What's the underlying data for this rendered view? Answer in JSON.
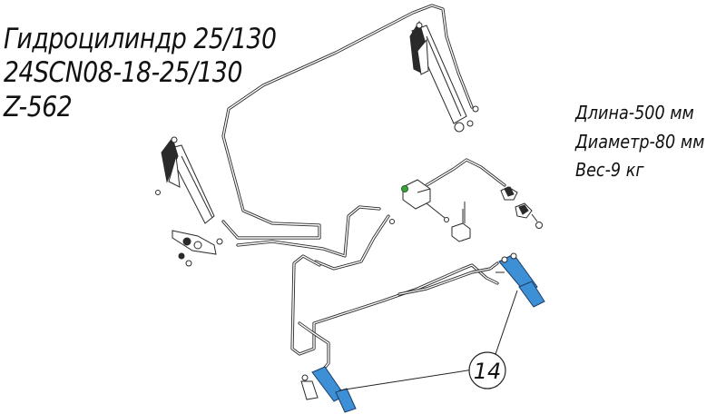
{
  "title": {
    "line1": "Гидроцилиндр 25/130",
    "line2": "24SCN08-18-25/130",
    "line3": "Z-562"
  },
  "specs": {
    "length": "Длина-500 мм",
    "diameter": "Диаметр-80 мм",
    "weight": "Вес-9 кг"
  },
  "callout": {
    "number": "14"
  },
  "colors": {
    "highlight": "#3d8fd6",
    "valve_dot": "#3aa23a",
    "line": "#2a2a2a"
  }
}
